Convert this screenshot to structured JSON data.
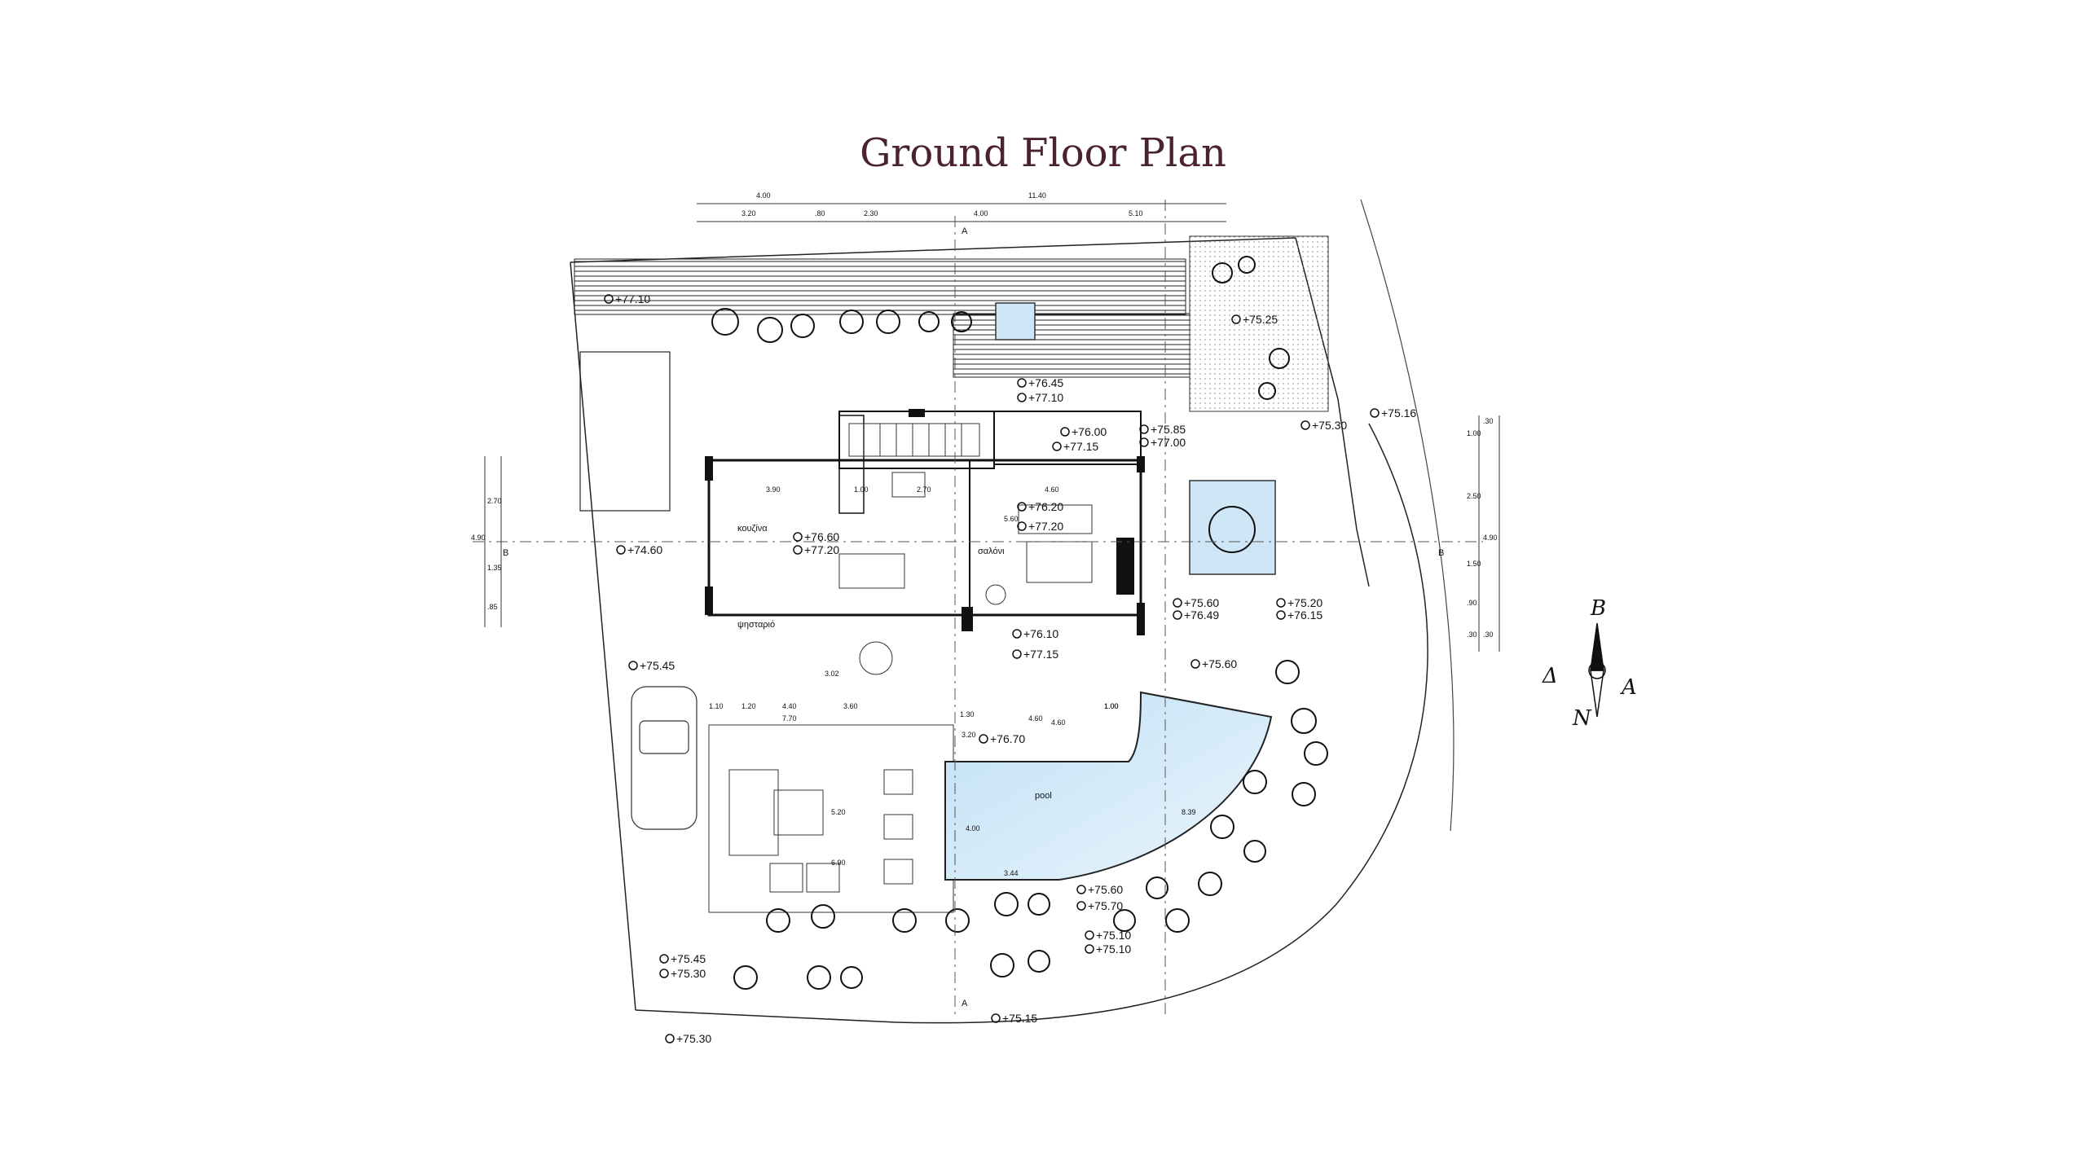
{
  "title": "Ground Floor Plan",
  "rooms": {
    "kitchen": "κουζίνα",
    "living": "σαλόνι",
    "bbq": "ψησταριό",
    "pool": "pool"
  },
  "levels": [
    "+77.10",
    "+75.25",
    "+76.45",
    "+77.10",
    "+76.00",
    "+77.15",
    "+75.85",
    "+77.00",
    "+75.30",
    "+75.16",
    "+74.60",
    "+76.60",
    "+77.20",
    "+76.20",
    "+77.20",
    "+75.60",
    "+76.49",
    "+75.20",
    "+76.15",
    "+75.45",
    "+76.10",
    "+77.15",
    "+75.60",
    "+76.70",
    "+75.60",
    "+75.70",
    "+75.10",
    "+75.10",
    "+75.45",
    "+75.30",
    "+75.15",
    "+75.30"
  ],
  "dimensions": {
    "top_total": [
      "4.00",
      "11.40"
    ],
    "top_row": [
      "3.20",
      ".80",
      "2.30",
      "4.00",
      "5.10"
    ],
    "left": [
      "2.70",
      "4.90",
      "1.35",
      ".85"
    ],
    "right": [
      "1.00",
      ".30",
      "2.50",
      "4.90",
      "1.50",
      ".90",
      ".30",
      ".30"
    ],
    "interior": [
      "3.90",
      "1.00",
      "2.70",
      "4.60",
      "5.60",
      "4.60",
      "1.00",
      "1.10",
      "1.20",
      "4.40",
      "3.60",
      "1.00",
      "7.70",
      "3.02",
      "4.60",
      "1.30",
      "3.20",
      "5.20",
      "6.90",
      "4.00",
      "3.44",
      "8.39"
    ]
  },
  "section_marks": {
    "a_top": "A",
    "a_bottom": "A",
    "b_left": "B",
    "b_right": "B"
  },
  "compass": {
    "north": "B",
    "south": "N",
    "east": "A",
    "west": "Δ"
  },
  "colors": {
    "title": "#4a2233",
    "pool_fill": "#cfe6f6",
    "wall": "#111111",
    "line": "#333333"
  }
}
